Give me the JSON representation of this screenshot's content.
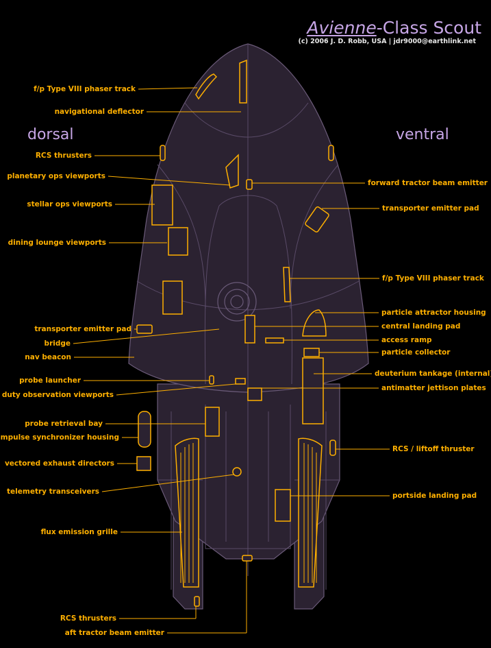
{
  "title": {
    "name": "Avienne",
    "suffix": "-Class Scout"
  },
  "credit": "(c) 2006 J. D. Robb, USA | jdr9000@earthlink.net",
  "views": {
    "left": "dorsal",
    "right": "ventral"
  },
  "colors": {
    "hull": "#2b2231",
    "hull_line": "#6a5a78",
    "accent": "#ffb000",
    "title": "#c7a6e6"
  },
  "labels_left": [
    "f/p Type VIII phaser track",
    "navigational deflector",
    "RCS thrusters",
    "planetary ops viewports",
    "stellar ops viewports",
    "dining lounge viewports",
    "transporter emitter pad",
    "bridge",
    "nav beacon",
    "probe launcher",
    "duty observation viewports",
    "probe retrieval bay",
    "impulse synchronizer housing",
    "vectored exhaust directors",
    "telemetry transceivers",
    "flux emission grille",
    "RCS thrusters",
    "aft tractor beam emitter"
  ],
  "labels_right": [
    "forward tractor beam emitter",
    "transporter emitter pad",
    "f/p Type VIII phaser track",
    "particle attractor housing",
    "central landing pad",
    "access ramp",
    "particle collector",
    "deuterium tankage (internal)",
    "antimatter jettison plates",
    "RCS / liftoff thruster",
    "portside landing pad"
  ]
}
